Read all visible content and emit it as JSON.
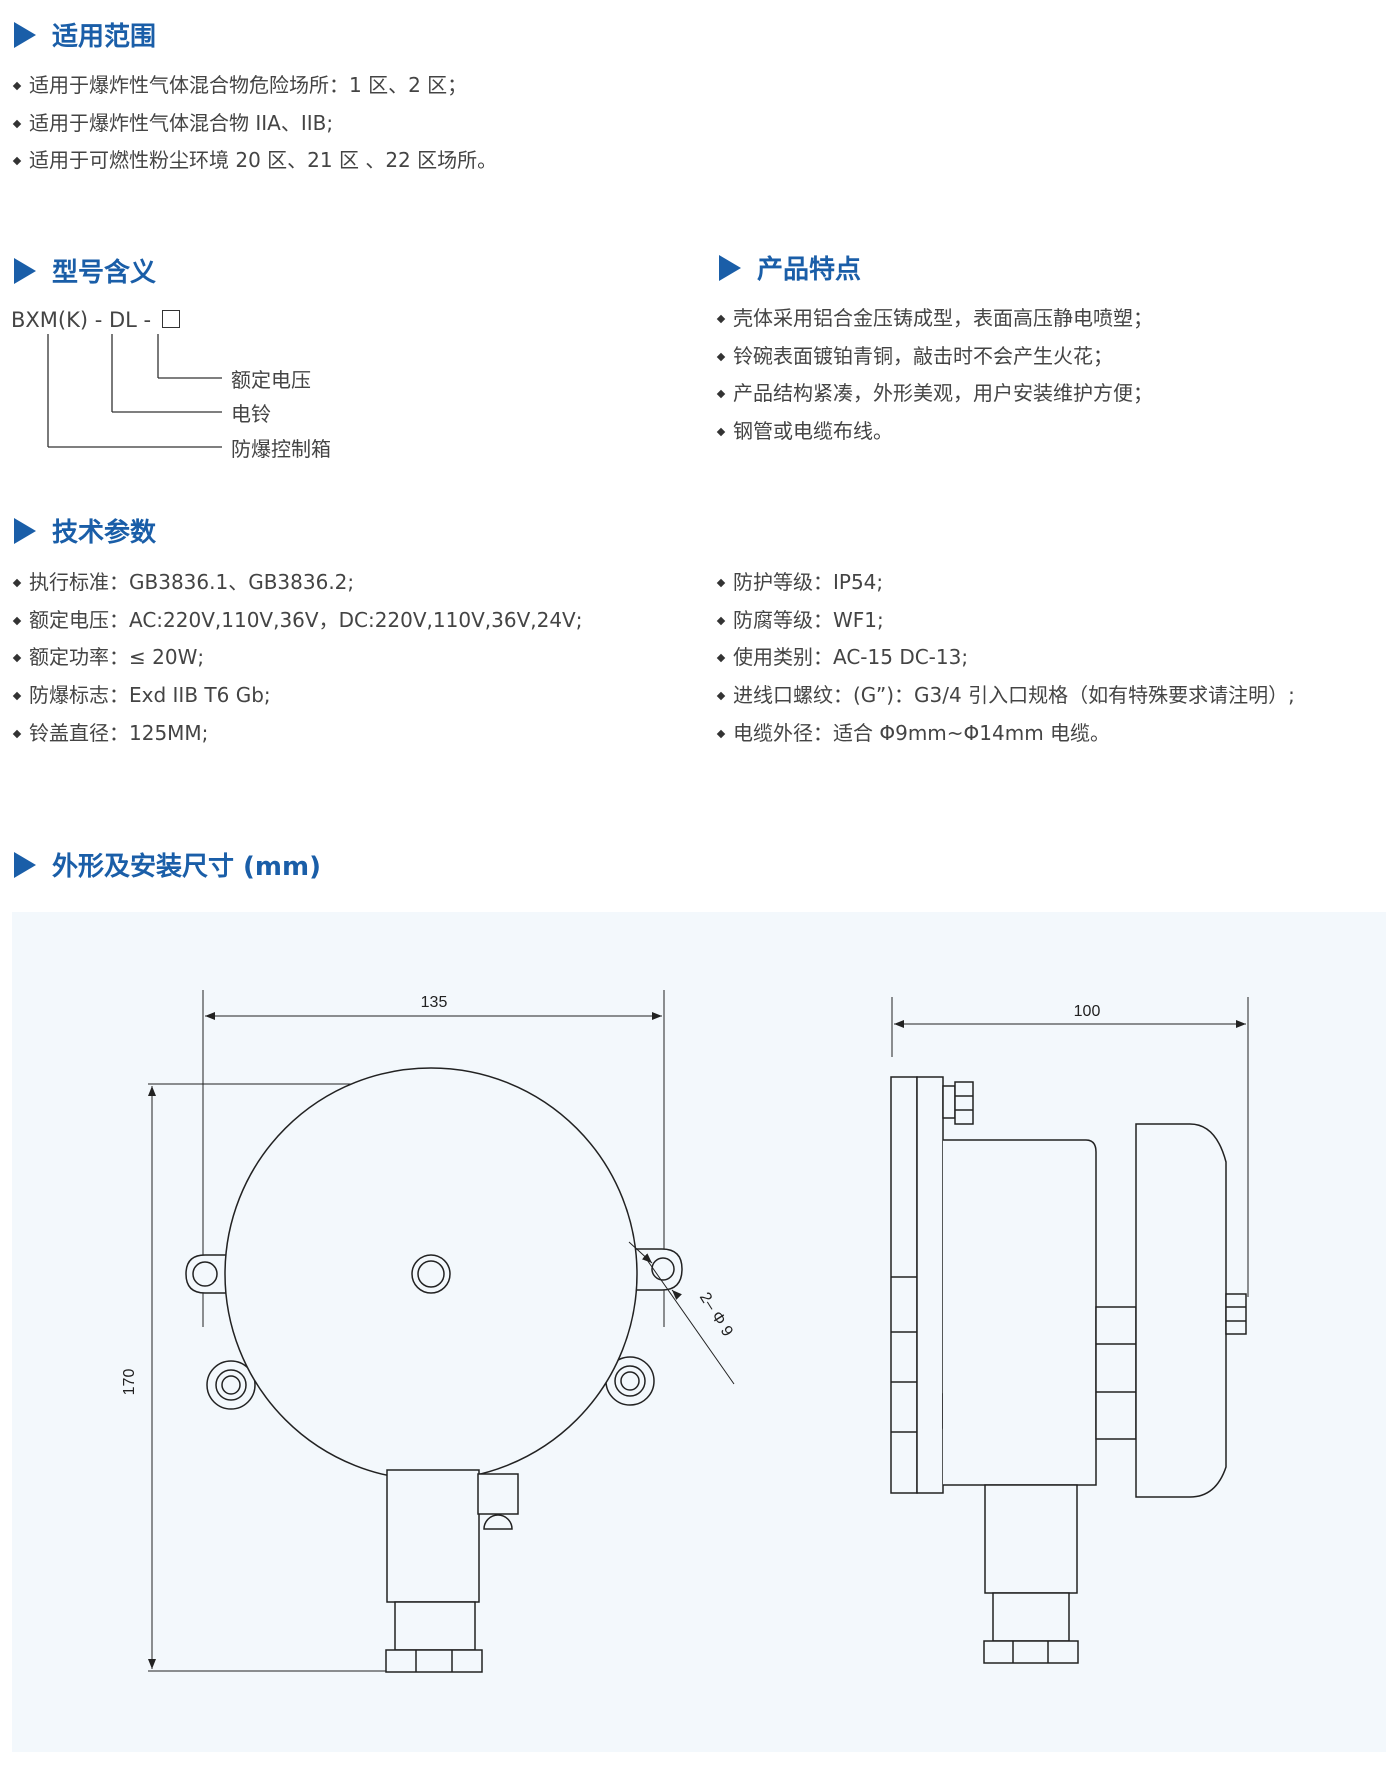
{
  "scope": {
    "title": "适用范围",
    "items": [
      "适用于爆炸性气体混合物危险场所：1 区、2 区；",
      "适用于爆炸性气体混合物 IIA、IIB;",
      "适用于可燃性粉尘环境 20 区、21 区 、22 区场所。"
    ]
  },
  "model": {
    "title": "型号含义",
    "code": "BXM(K) - DL - ",
    "labels": [
      "额定电压",
      "电铃",
      "防爆控制箱"
    ]
  },
  "features": {
    "title": "产品特点",
    "items": [
      "壳体采用铝合金压铸成型，表面高压静电喷塑；",
      "铃碗表面镀铂青铜，敲击时不会产生火花；",
      "产品结构紧凑，外形美观，用户安装维护方便；",
      "钢管或电缆布线。"
    ]
  },
  "tech": {
    "title": "技术参数",
    "left": [
      "执行标准：GB3836.1、GB3836.2;",
      "额定电压：AC:220V,110V,36V，DC:220V,110V,36V,24V;",
      "额定功率：≤ 20W;",
      "防爆标志：Exd IIB T6 Gb;",
      "铃盖直径：125MM;"
    ],
    "right": [
      "防护等级：IP54;",
      "防腐等级：WF1;",
      "使用类别：AC-15 DC-13;",
      "进线口螺纹：(G”)：G3/4 引入口规格（如有特殊要求请注明）;",
      "电缆外径：适合 Φ9mm~Φ14mm 电缆。"
    ]
  },
  "dims": {
    "title": "外形及安装尺寸 (mm)",
    "width": "135",
    "height": "170",
    "hole": "2– Φ 9",
    "depth": "100"
  },
  "colors": {
    "accent": "#1a5ea8",
    "drawing_bg": "#f3f8fc",
    "line": "#222222"
  }
}
